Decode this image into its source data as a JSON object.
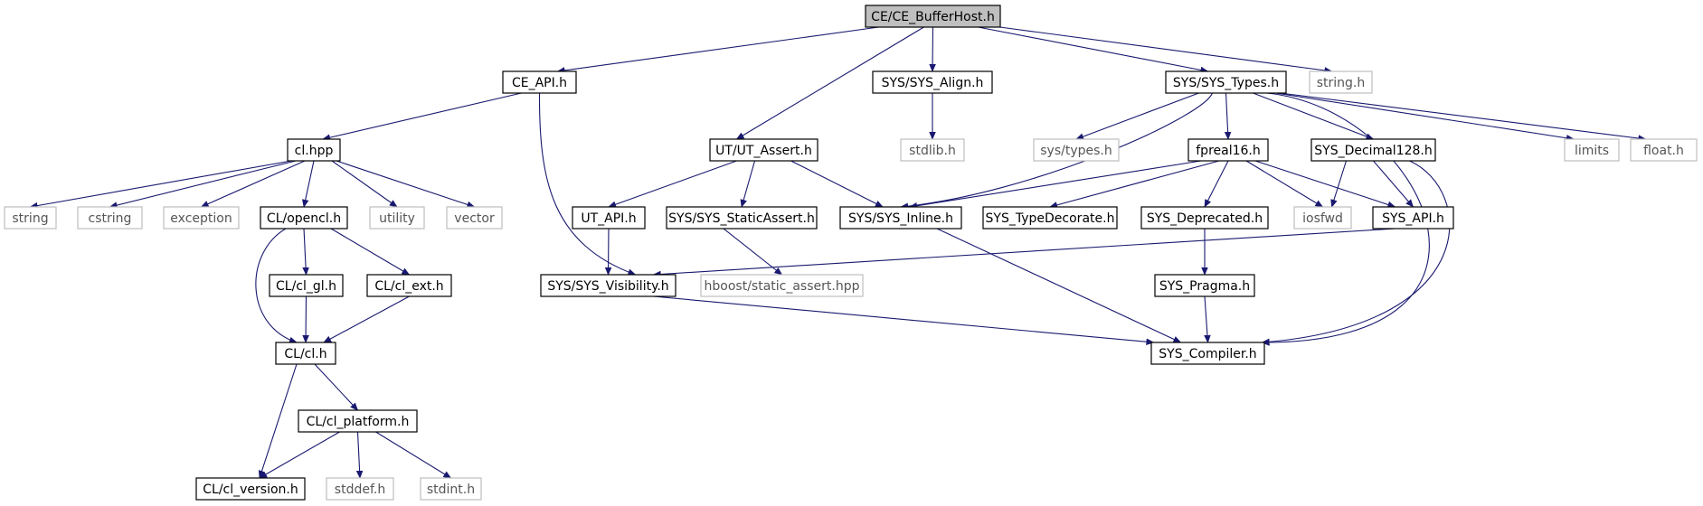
{
  "nodes": [
    {
      "id": "root",
      "label": "CE/CE_BufferHost.h",
      "style": "root"
    },
    {
      "id": "ce_api",
      "label": "CE_API.h",
      "style": "file"
    },
    {
      "id": "ut_assert",
      "label": "UT/UT_Assert.h",
      "style": "file"
    },
    {
      "id": "sys_align",
      "label": "SYS/SYS_Align.h",
      "style": "file"
    },
    {
      "id": "sys_types",
      "label": "SYS/SYS_Types.h",
      "style": "file"
    },
    {
      "id": "string_h",
      "label": "string.h",
      "style": "external"
    },
    {
      "id": "cl_hpp",
      "label": "cl.hpp",
      "style": "file"
    },
    {
      "id": "stdlib_h",
      "label": "stdlib.h",
      "style": "external"
    },
    {
      "id": "sys_types_h",
      "label": "sys/types.h",
      "style": "external"
    },
    {
      "id": "fpreal16",
      "label": "fpreal16.h",
      "style": "file"
    },
    {
      "id": "sys_decimal",
      "label": "SYS_Decimal128.h",
      "style": "file"
    },
    {
      "id": "limits",
      "label": "limits",
      "style": "external"
    },
    {
      "id": "float_h",
      "label": "float.h",
      "style": "external"
    },
    {
      "id": "string",
      "label": "string",
      "style": "external"
    },
    {
      "id": "cstring",
      "label": "cstring",
      "style": "external"
    },
    {
      "id": "exception",
      "label": "exception",
      "style": "external"
    },
    {
      "id": "cl_opencl",
      "label": "CL/opencl.h",
      "style": "file"
    },
    {
      "id": "utility",
      "label": "utility",
      "style": "external"
    },
    {
      "id": "vector",
      "label": "vector",
      "style": "external"
    },
    {
      "id": "ut_api",
      "label": "UT_API.h",
      "style": "file"
    },
    {
      "id": "sys_static",
      "label": "SYS/SYS_StaticAssert.h",
      "style": "file"
    },
    {
      "id": "sys_inline",
      "label": "SYS/SYS_Inline.h",
      "style": "file"
    },
    {
      "id": "sys_typedec",
      "label": "SYS_TypeDecorate.h",
      "style": "file"
    },
    {
      "id": "sys_deprecated",
      "label": "SYS_Deprecated.h",
      "style": "file"
    },
    {
      "id": "iosfwd",
      "label": "iosfwd",
      "style": "external"
    },
    {
      "id": "sys_api",
      "label": "SYS_API.h",
      "style": "file"
    },
    {
      "id": "cl_gl",
      "label": "CL/cl_gl.h",
      "style": "file"
    },
    {
      "id": "cl_ext",
      "label": "CL/cl_ext.h",
      "style": "file"
    },
    {
      "id": "sys_visibility",
      "label": "SYS/SYS_Visibility.h",
      "style": "file"
    },
    {
      "id": "hboost",
      "label": "hboost/static_assert.hpp",
      "style": "external"
    },
    {
      "id": "sys_pragma",
      "label": "SYS_Pragma.h",
      "style": "file"
    },
    {
      "id": "cl_cl",
      "label": "CL/cl.h",
      "style": "file"
    },
    {
      "id": "sys_compiler",
      "label": "SYS_Compiler.h",
      "style": "file"
    },
    {
      "id": "cl_platform",
      "label": "CL/cl_platform.h",
      "style": "file"
    },
    {
      "id": "cl_version",
      "label": "CL/cl_version.h",
      "style": "file"
    },
    {
      "id": "stddef",
      "label": "stddef.h",
      "style": "external"
    },
    {
      "id": "stdint",
      "label": "stdint.h",
      "style": "external"
    }
  ],
  "edges": [
    [
      "root",
      "ce_api"
    ],
    [
      "root",
      "ut_assert"
    ],
    [
      "root",
      "sys_align"
    ],
    [
      "root",
      "sys_types"
    ],
    [
      "root",
      "string_h"
    ],
    [
      "ce_api",
      "cl_hpp"
    ],
    [
      "ce_api",
      "sys_visibility"
    ],
    [
      "cl_hpp",
      "string"
    ],
    [
      "cl_hpp",
      "cstring"
    ],
    [
      "cl_hpp",
      "exception"
    ],
    [
      "cl_hpp",
      "cl_opencl"
    ],
    [
      "cl_hpp",
      "utility"
    ],
    [
      "cl_hpp",
      "vector"
    ],
    [
      "cl_opencl",
      "cl_gl"
    ],
    [
      "cl_opencl",
      "cl_ext"
    ],
    [
      "cl_opencl",
      "cl_cl"
    ],
    [
      "cl_gl",
      "cl_cl"
    ],
    [
      "cl_ext",
      "cl_cl"
    ],
    [
      "cl_cl",
      "cl_platform"
    ],
    [
      "cl_cl",
      "cl_version"
    ],
    [
      "cl_platform",
      "cl_version"
    ],
    [
      "cl_platform",
      "stddef"
    ],
    [
      "cl_platform",
      "stdint"
    ],
    [
      "ut_assert",
      "ut_api"
    ],
    [
      "ut_assert",
      "sys_static"
    ],
    [
      "ut_assert",
      "sys_inline"
    ],
    [
      "ut_api",
      "sys_visibility"
    ],
    [
      "sys_static",
      "hboost"
    ],
    [
      "sys_visibility",
      "sys_compiler"
    ],
    [
      "sys_align",
      "stdlib_h"
    ],
    [
      "sys_types",
      "sys_types_h"
    ],
    [
      "sys_types",
      "sys_inline"
    ],
    [
      "sys_types",
      "fpreal16"
    ],
    [
      "sys_types",
      "sys_decimal"
    ],
    [
      "sys_types",
      "limits"
    ],
    [
      "sys_types",
      "float_h"
    ],
    [
      "sys_types",
      "sys_compiler"
    ],
    [
      "fpreal16",
      "sys_inline"
    ],
    [
      "fpreal16",
      "sys_typedec"
    ],
    [
      "fpreal16",
      "sys_deprecated"
    ],
    [
      "fpreal16",
      "iosfwd"
    ],
    [
      "fpreal16",
      "sys_api"
    ],
    [
      "sys_decimal",
      "iosfwd"
    ],
    [
      "sys_decimal",
      "sys_api"
    ],
    [
      "sys_decimal",
      "sys_compiler"
    ],
    [
      "sys_api",
      "sys_visibility"
    ],
    [
      "sys_inline",
      "sys_compiler"
    ],
    [
      "sys_deprecated",
      "sys_pragma"
    ],
    [
      "sys_pragma",
      "sys_compiler"
    ]
  ],
  "colors": {
    "edge": "#191970",
    "root_fill": "#bfbfbf",
    "file_border": "#000000",
    "external_border": "#bfbfbf",
    "external_text": "#555555"
  }
}
